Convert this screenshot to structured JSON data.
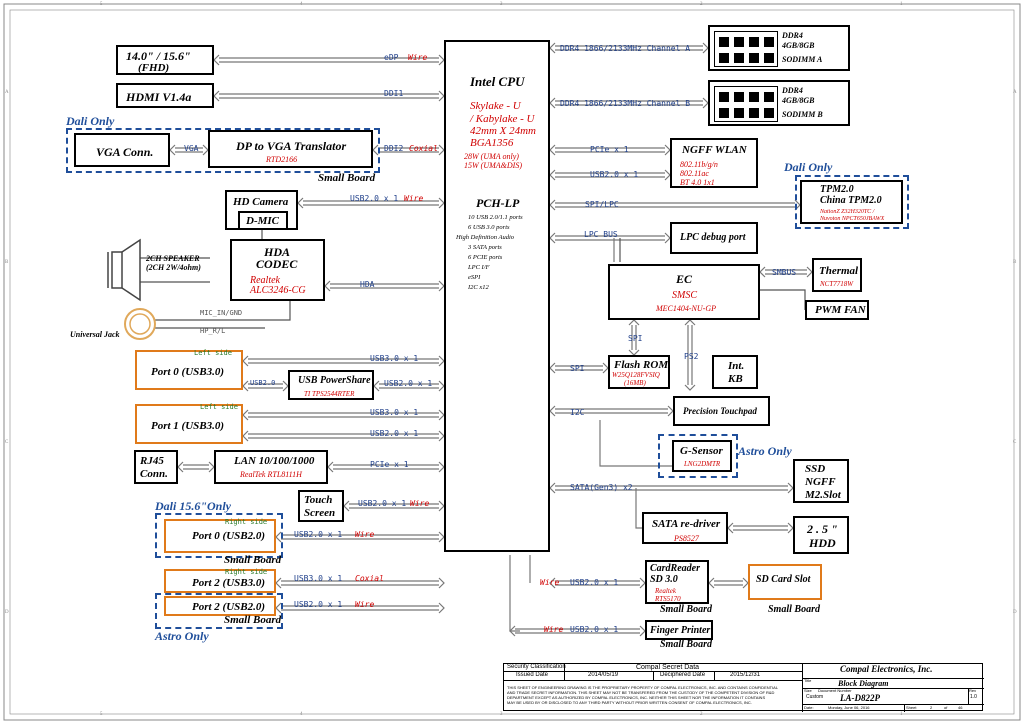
{
  "cpu": {
    "title": "Intel CPU",
    "lines": [
      "Skylake - U",
      "/ Kabylake - U",
      "42mm X 24mm",
      "BGA1356"
    ],
    "power": [
      "28W (UMA only)",
      "15W (UMA&DIS)"
    ],
    "pch_title": "PCH-LP",
    "pch_lines": [
      "10 USB 2.0/1.1 ports",
      "6 USB 3.0 ports",
      "High Definition Audio",
      "3 SATA ports",
      "6 PCIE ports",
      "LPC I/F",
      "eSPI",
      "I2C x12"
    ]
  },
  "blocks": {
    "panel": "14.0\" / 15.6\"",
    "panel_sub": "(FHD)",
    "hdmi": "HDMI V1.4a",
    "vga_conn": "VGA Conn.",
    "dp_vga": "DP to VGA Translator",
    "dp_vga_chip": "RTD2166",
    "hd_camera": "HD Camera",
    "dmic": "D-MIC",
    "hda_codec": "HDA",
    "hda_codec2": "CODEC",
    "codec_chip1": "Realtek",
    "codec_chip2": "ALC3246-CG",
    "speaker1": "2CH  SPEAKER",
    "speaker2": "(2CH  2W/4ohm)",
    "universal_jack": "Universal Jack",
    "port0_usb3": "Port 0 (USB3.0)",
    "usb_powershare": "USB PowerShare",
    "usb_ps_chip": "TI  TPS2544RTER",
    "port1_usb3": "Port 1 (USB3.0)",
    "rj45": "RJ45",
    "rj45b": "Conn.",
    "lan": "LAN 10/100/1000",
    "lan_chip": "RealTek  RTL8111H",
    "touch": "Touch",
    "touch2": "Screen",
    "port0_usb2": "Port 0 (USB2.0)",
    "port2_usb3": "Port 2 (USB3.0)",
    "port2_usb2": "Port 2 (USB2.0)",
    "ddr_a1": "DDR4",
    "ddr_a2": "4GB/8GB",
    "ddr_a3": "SODIMM A",
    "ddr_b1": "DDR4",
    "ddr_b2": "4GB/8GB",
    "ddr_b3": "SODIMM B",
    "wlan": "NGFF WLAN",
    "wlan_s1": "802.11b/g/n",
    "wlan_s2": "802.11ac",
    "wlan_s3": "BT 4.0 1x1",
    "tpm1": "TPM2.0",
    "tpm2": "China TPM2.0",
    "tpm3": "NationZ  Z32H320TC /",
    "tpm4": "Nuvoton  NPCT650JBAWX",
    "lpc_debug": "LPC debug  port",
    "ec": "EC",
    "ec_s1": "SMSC",
    "ec_s2": "MEC1404-NU-GP",
    "thermal": "Thermal",
    "thermal_chip": "NCT7718W",
    "pwm_fan": "PWM FAN",
    "flash": "Flash ROM",
    "flash_s1": "W25Q128FVSIQ",
    "flash_s2": "(16MB)",
    "kb1": "Int.",
    "kb2": "KB",
    "touchpad": "Precision Touchpad",
    "gsensor": "G-Sensor",
    "gsensor_chip": "LNG2DMTR",
    "ssd1": "SSD",
    "ssd2": "NGFF",
    "ssd3": "M2.Slot",
    "sata_redriver": "SATA  re-driver",
    "sata_chip": "PS8527",
    "hdd1": "2 . 5 \"",
    "hdd2": "HDD",
    "card1": "CardReader",
    "card2": "SD 3.0",
    "card_s1": "Realtek",
    "card_s2": "RTS5170",
    "sd_slot": "SD Card Slot",
    "finger": "Finger Printer"
  },
  "labels": {
    "dali_only": "Dali Only",
    "dali_only2": "Dali Only",
    "dali_156": "Dali  15.6\"Only",
    "astro_only": "Astro Only",
    "astro_only2": "Astro Only",
    "small_board": "Small Board",
    "left_side": "Left side",
    "left_side2": "Left  side",
    "right_side": "Right side",
    "right_side2": "Right side"
  },
  "buses": {
    "edp": "eDP",
    "wire": "Wire",
    "ddi1": "DDI1",
    "ddi2": "DDI2",
    "coxial": "Coxial",
    "vga": "VGA",
    "usb2_x1": "USB2.0 x 1",
    "hda": "HDA",
    "mic": "MIC_IN/GND",
    "hp": "HP_R/L",
    "usb3_x1": "USB3.0 x 1",
    "usb2": "USB2.0",
    "usb2_x1b": "USB2.0 x 1",
    "pcie_x1": "PCIe x 1",
    "usb2_x1w": "USB2.0 x 1",
    "ddr_a": "DDR4  1866/2133MHz  Channel  A",
    "ddr_b": "DDR4  1866/2133MHz  Channel  B",
    "spi_lpc": "SPI/LPC",
    "lpc_bus": "LPC BUS",
    "smbus": "SMBUS",
    "spi": "SPI",
    "ps2": "PS2",
    "i2c": "I2C",
    "sata": "SATA(Gen3)  x2"
  },
  "titleblock": {
    "sec_class": "Security  Classification",
    "secret": "Compal Secret Data",
    "issued": "Issued Date",
    "issued_date": "2014/05/19",
    "deciphered": "Deciphered Date",
    "deciphered_date": "2015/12/31",
    "company": "Compal Electronics, Inc.",
    "title_lbl": "Title",
    "title": "Block Diagram",
    "size_lbl": "Size",
    "doc_lbl": "Document  Number",
    "custom": "Custom",
    "doc": "LA-D822P",
    "rev_lbl": "Rev",
    "rev": "1.0",
    "date_lbl": "Date:",
    "date": "Monday, June 06, 2016",
    "sheet_lbl": "Sheet",
    "sheet": "2",
    "of": "of",
    "total": "46",
    "disclaimer1": "THIS SHEET OF ENGINEERING DRAWING IS THE PROPRIETARY PROPERTY OF COMPAL ELECTRONICS, INC. AND CONTAINS CONFIDENTIAL",
    "disclaimer2": "AND TRADE SECRET INFORMATION. THIS SHEET MAY NOT BE TRANSFERED FROM THE CUSTODY OF THE COMPETENT DIVISION OF R&D",
    "disclaimer3": "DEPARTMENT EXCEPT AS AUTHORIZED BY COMPAL ELECTRONICS, INC. NEITHER THIS SHEET NOR THE INFORMATION IT CONTAINS",
    "disclaimer4": "MAY BE USED BY OR DISCLOSED TO ANY THIRD PARTY WITHOUT PRIOR WRITTEN CONSENT OF COMPAL ELECTRONICS, INC."
  },
  "border_cols": [
    "1",
    "2",
    "3",
    "4",
    "5"
  ],
  "border_rows": [
    "A",
    "B",
    "C",
    "D"
  ]
}
